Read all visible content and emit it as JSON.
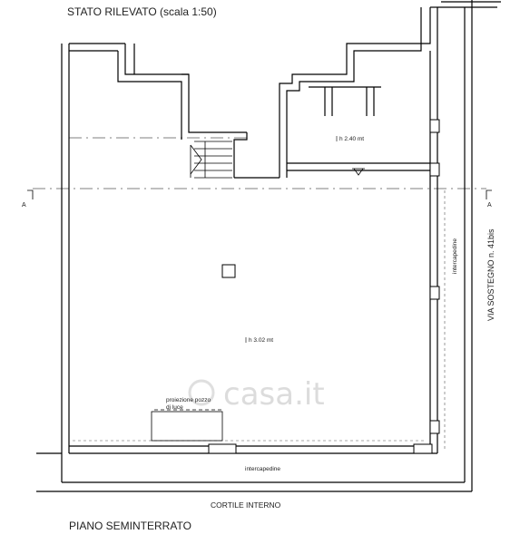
{
  "drawing": {
    "title": "STATO RILEVATO (scala 1:50)",
    "footer": "PIANO SEMINTERRATO",
    "street_label": "VIA SOSTEGNO n. 41bis",
    "courtyard_label": "CORTILE INTERNO",
    "section_marker_left": "A",
    "section_marker_right": "A"
  },
  "rooms": {
    "upper_height": "h 2.40 mt",
    "main_height": "h 3.02 mt",
    "intercapedine_right": "intercapedine",
    "intercapedine_bottom": "intercapedine",
    "lightwell_line1": "proiezione pozzo",
    "lightwell_line2": "di luce"
  },
  "watermark": {
    "text": "casa.it"
  }
}
